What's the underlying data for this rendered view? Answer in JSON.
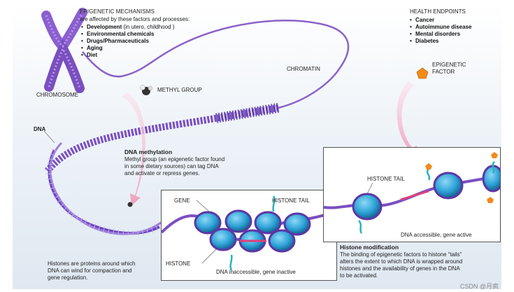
{
  "mechanisms": {
    "title": "EPIGENETIC MECHANISMS",
    "subtitle": "are affected by these factors and processes:",
    "items": [
      {
        "label": "Development",
        "note": "(in utero, childhood )"
      },
      {
        "label": "Environmental chemicals",
        "note": ""
      },
      {
        "label": "Drugs/Pharmaceuticals",
        "note": ""
      },
      {
        "label": "Aging",
        "note": ""
      },
      {
        "label": "Diet",
        "note": ""
      }
    ]
  },
  "health": {
    "title": "HEALTH ENDPOINTS",
    "items": [
      "Cancer",
      "Autoimmune disease",
      "Mental disorders",
      "Diabetes"
    ]
  },
  "labels": {
    "chromosome": "CHROMOSOME",
    "chromatin": "CHROMATIN",
    "methyl_group": "METHYL GROUP",
    "dna": "DNA",
    "epigenetic_factor_1": "EPIGENETIC",
    "epigenetic_factor_2": "FACTOR",
    "gene": "GENE",
    "histone_tail_left": "HISTONE TAIL",
    "histone_tail_right": "HISTONE TAIL",
    "histone": "HISTONE",
    "inaccessible": "DNA inaccessible, gene inactive",
    "accessible": "DNA accessible, gene active"
  },
  "methylation": {
    "title": "DNA methylation",
    "body_lines": [
      "Methyl group (an epigenetic factor found",
      "in some dietary sources) can tag DNA",
      "and activate or repress genes."
    ]
  },
  "histones_note": {
    "lines": [
      "Histones are proteins around which",
      "DNA can wind for compaction and",
      "gene regulation."
    ]
  },
  "histone_mod": {
    "title": "Histone modification",
    "body_lines": [
      "The binding of epigenetic factors to histone “tails”",
      "alters the extent to which DNA is wrapped around",
      "histones and the availability of genes in the DNA",
      "to be activated."
    ]
  },
  "watermark": "CSDN @月疯",
  "colors": {
    "dna": "#7b4fc4",
    "histone": "#2ea3d8",
    "tail": "#2bb3b8",
    "factor": "#f28a1a",
    "arrow": "#f3b6cc",
    "gene_mark": "#e0407a"
  }
}
